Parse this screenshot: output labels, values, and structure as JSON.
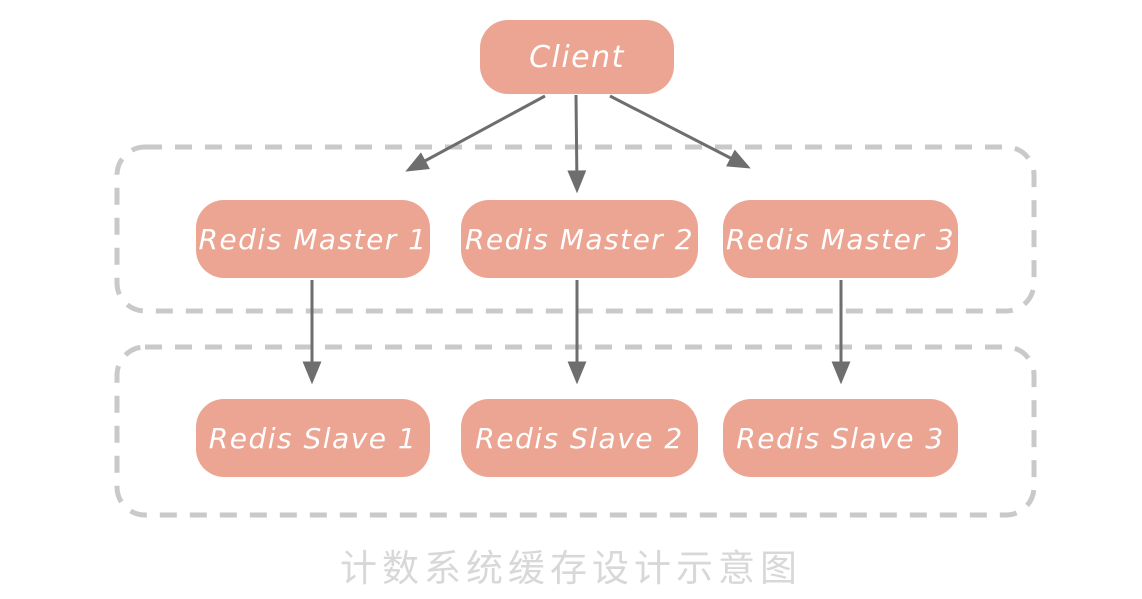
{
  "diagram": {
    "caption": "计数系统缓存设计示意图",
    "client_node": {
      "label": "Client"
    },
    "master_nodes": [
      {
        "label": "Redis Master 1"
      },
      {
        "label": "Redis Master 2"
      },
      {
        "label": "Redis Master 3"
      }
    ],
    "slave_nodes": [
      {
        "label": "Redis Slave 1"
      },
      {
        "label": "Redis Slave 2"
      },
      {
        "label": "Redis Slave 3"
      }
    ],
    "edges": [
      {
        "from": "Client",
        "to": "Redis Master 1"
      },
      {
        "from": "Client",
        "to": "Redis Master 2"
      },
      {
        "from": "Client",
        "to": "Redis Master 3"
      },
      {
        "from": "Redis Master 1",
        "to": "Redis Slave 1"
      },
      {
        "from": "Redis Master 2",
        "to": "Redis Slave 2"
      },
      {
        "from": "Redis Master 3",
        "to": "Redis Slave 3"
      }
    ],
    "colors": {
      "node_fill": "#ECA592",
      "node_text": "#FFFFFF",
      "arrow": "#6E6E6E",
      "dashed_border": "#C9C9C9",
      "caption_text": "#D8D8D8",
      "background": "#FFFFFF"
    }
  }
}
